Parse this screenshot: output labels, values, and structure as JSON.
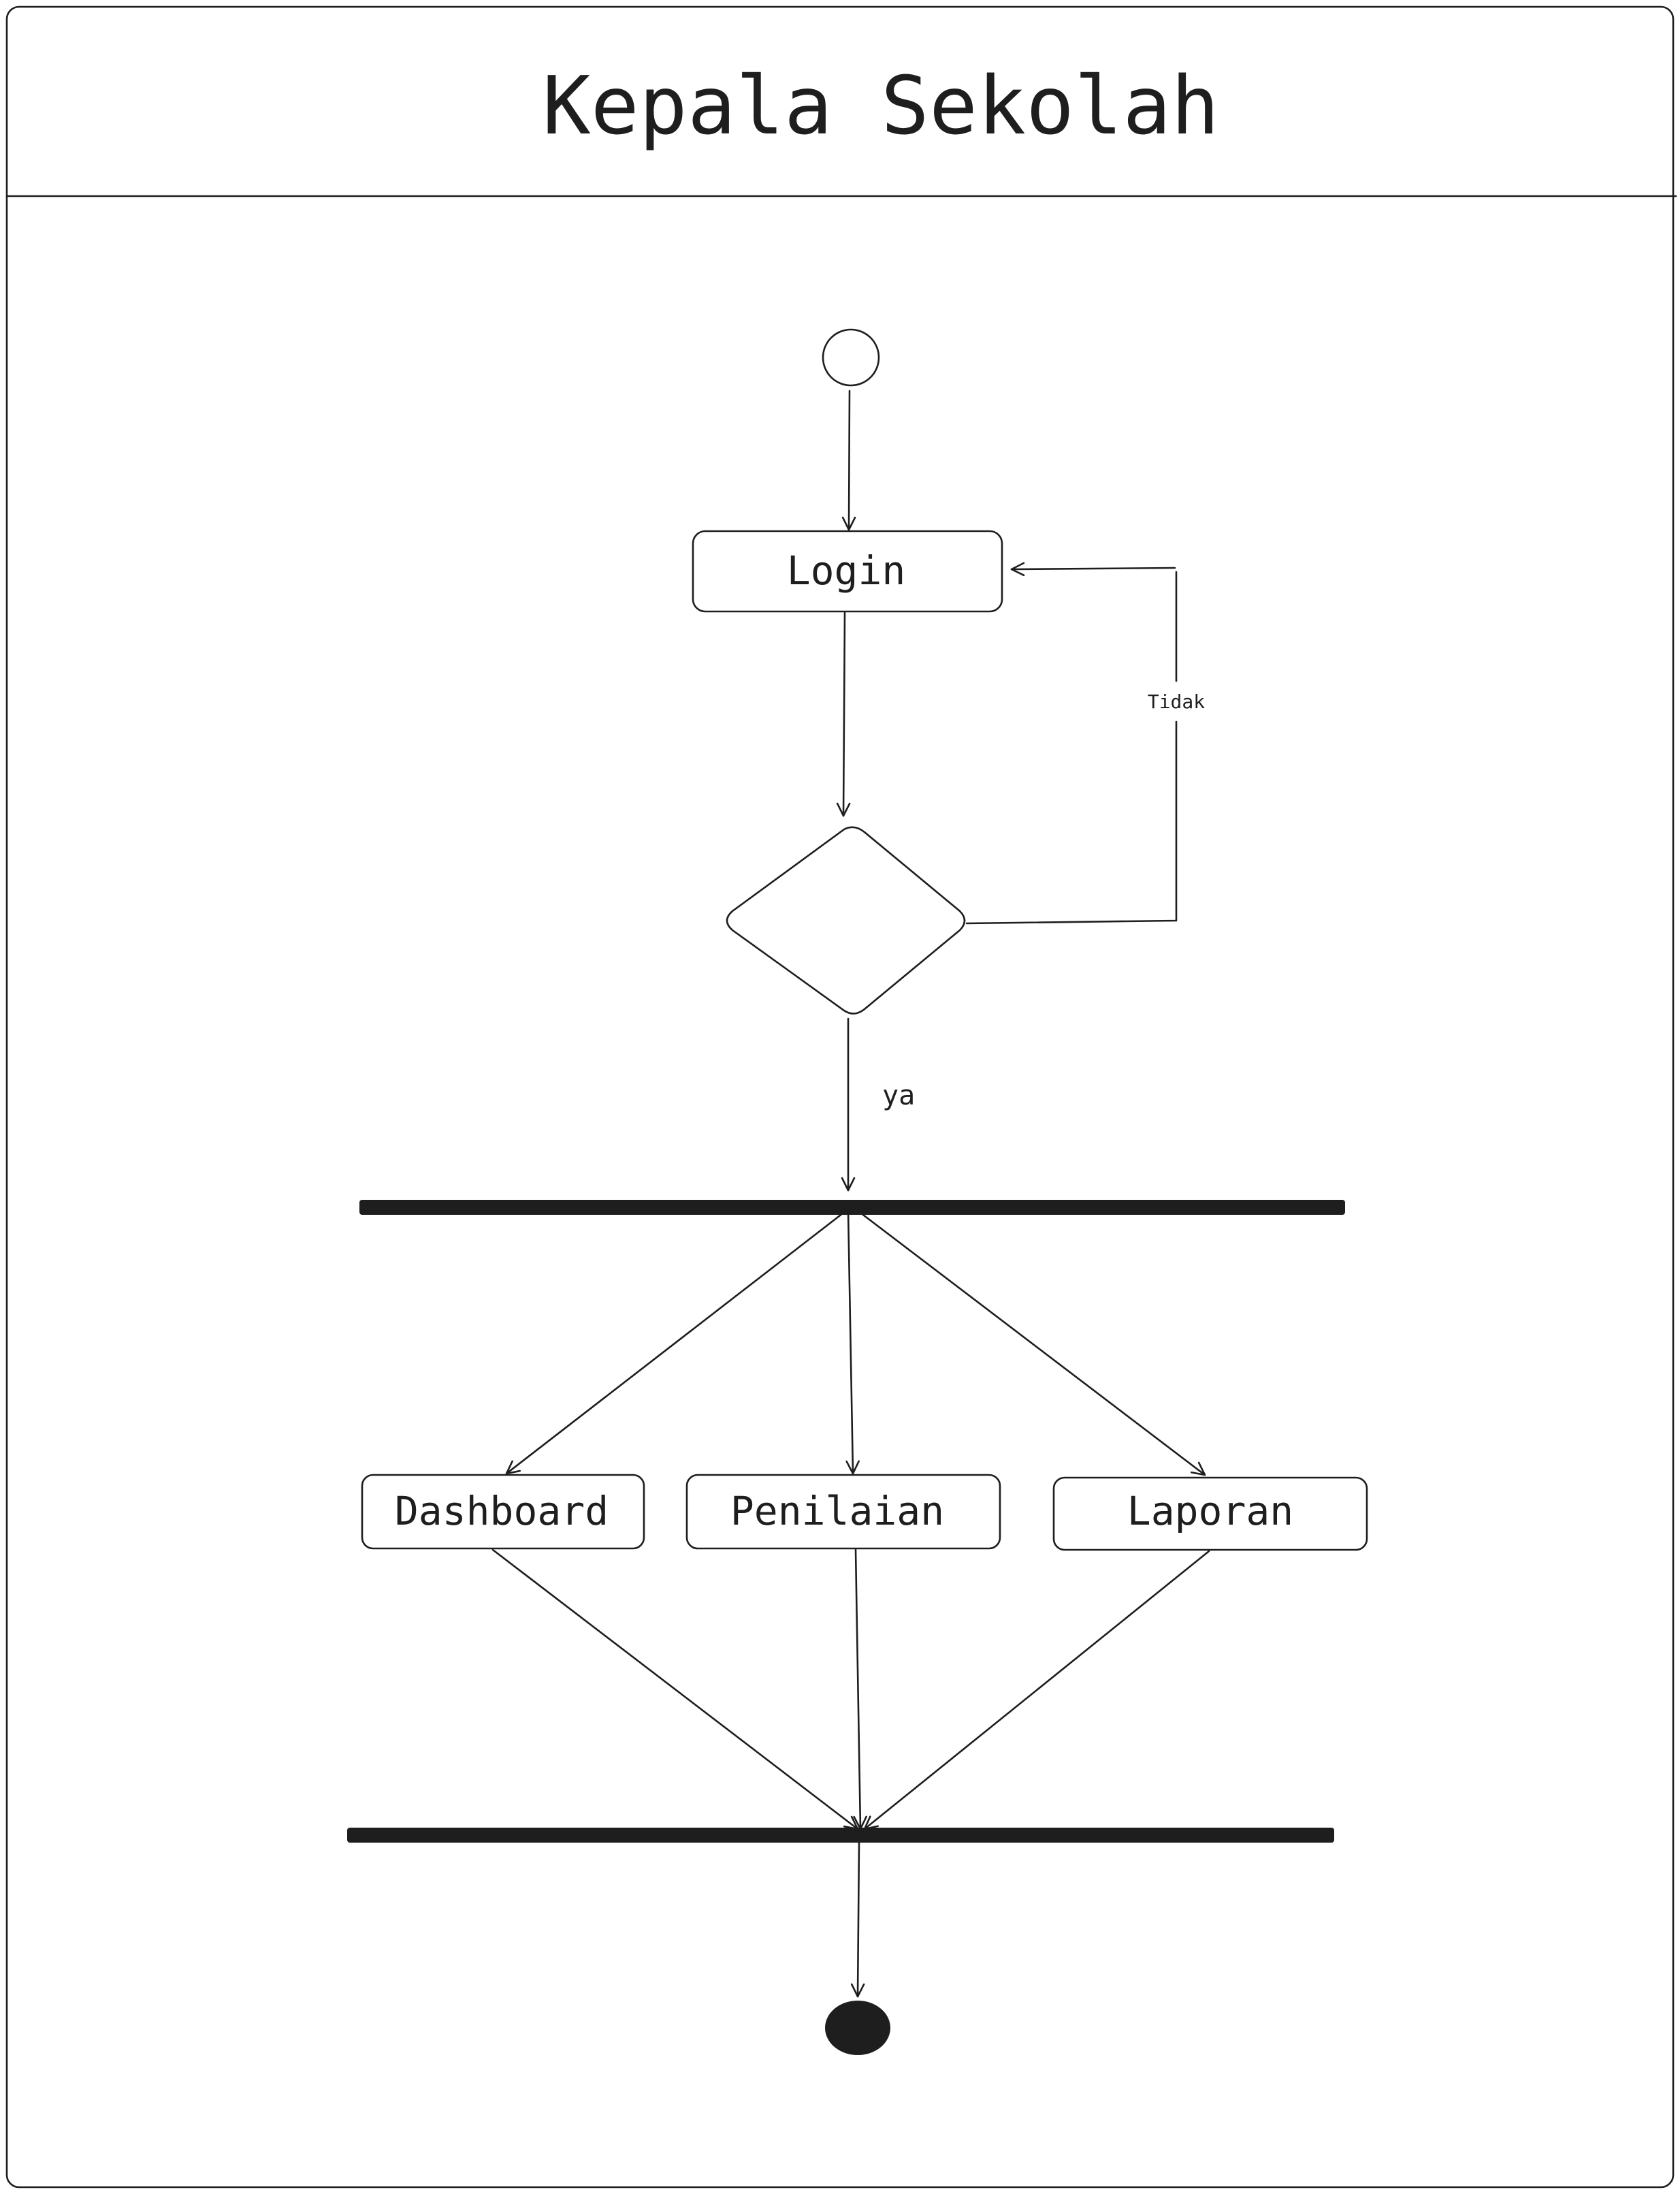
{
  "swimlane": {
    "title": "Kepala Sekolah"
  },
  "nodes": {
    "login": "Login",
    "dashboard": "Dashboard",
    "penilaian": "Penilaian",
    "laporan": "Laporan"
  },
  "edges": {
    "no_label": "Tidak",
    "yes_label": "ya"
  },
  "colors": {
    "ink": "#1e1e1e",
    "background": "#ffffff"
  }
}
